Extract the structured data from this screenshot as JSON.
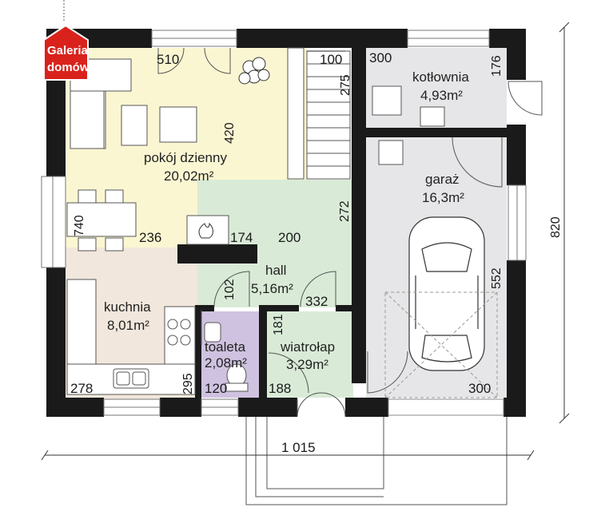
{
  "logo": {
    "line1": "Galeria",
    "line2": "domów",
    "color": "#d9221c"
  },
  "rooms": {
    "living": {
      "name": "pokój dzienny",
      "area": "20,02m²",
      "color": "#fbf6d2"
    },
    "kitchen": {
      "name": "kuchnia",
      "area": "8,01m²",
      "color": "#f1e7dc"
    },
    "hall": {
      "name": "hall",
      "area": "5,16m²",
      "color": "#d9ebd7"
    },
    "toilet": {
      "name": "toaleta",
      "area": "2,08m²",
      "color": "#cfc2e0"
    },
    "vestibule": {
      "name": "wiatrołap",
      "area": "3,29m²",
      "color": "#d9ebd7"
    },
    "boiler": {
      "name": "kotłownia",
      "area": "4,93m²",
      "color": "#e6e6e8"
    },
    "garage": {
      "name": "garaż",
      "area": "16,3m²",
      "color": "#e6e6e8"
    }
  },
  "dims": {
    "d510": "510",
    "d100": "100",
    "d275": "275",
    "d420": "420",
    "d300_boiler": "300",
    "d176": "176",
    "d272": "272",
    "d740": "740",
    "d236": "236",
    "d174": "174",
    "d200": "200",
    "d102": "102",
    "d332": "332",
    "d552": "552",
    "d820": "820",
    "d181": "181",
    "d295": "295",
    "d278": "278",
    "d120": "120",
    "d188": "188",
    "d300_garage": "300",
    "d1015": "1 015"
  }
}
